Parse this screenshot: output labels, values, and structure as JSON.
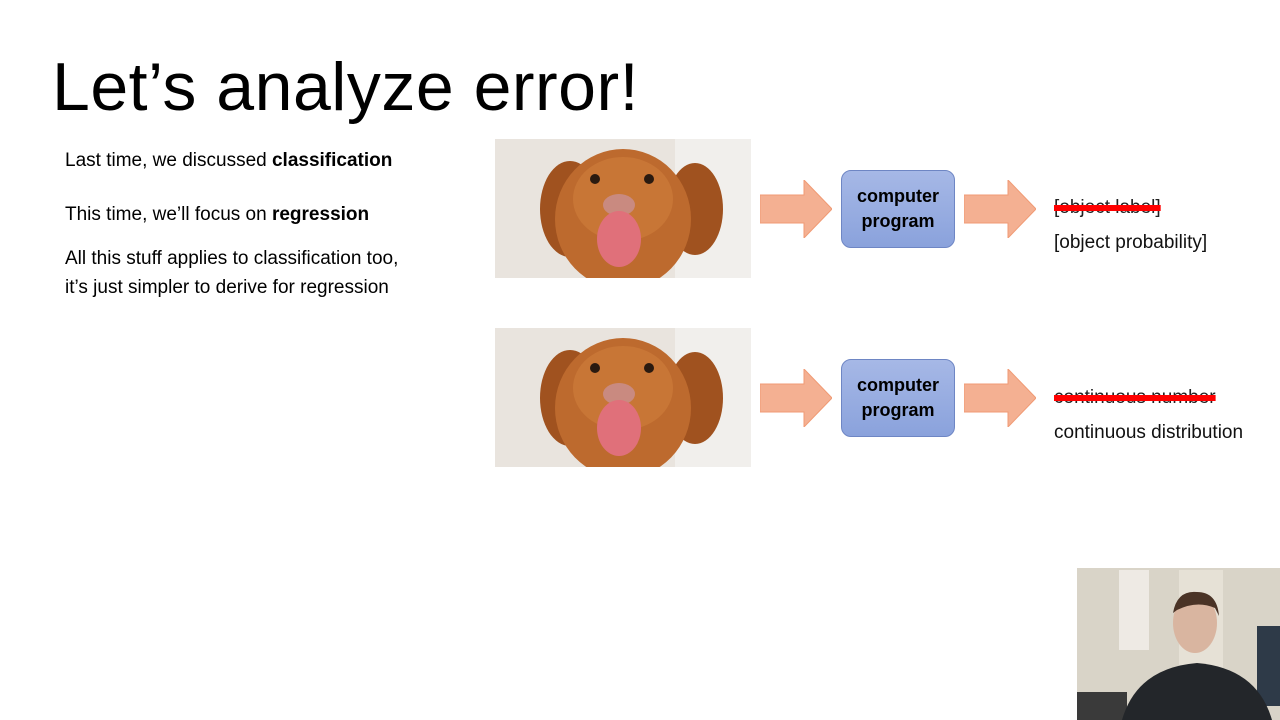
{
  "slide": {
    "title": "Let’s analyze error!",
    "bullets": [
      {
        "prefix": "Last time, we discussed ",
        "bold": "classification"
      },
      {
        "prefix": "This time, we’ll focus on ",
        "bold": "regression"
      },
      {
        "line1": "All this stuff applies to classification too,",
        "line2": "it’s just simpler to derive for regression"
      }
    ]
  },
  "rows": [
    {
      "program_line1": "computer",
      "program_line2": "program",
      "old_output": "[object label]",
      "new_output": "[object probability]"
    },
    {
      "program_line1": "computer",
      "program_line2": "program",
      "old_output": "continuous number",
      "new_output": "continuous distribution"
    }
  ],
  "colors": {
    "arrow": "#f4b092",
    "program_box": "#8faae0",
    "strike": "#ff0000"
  }
}
